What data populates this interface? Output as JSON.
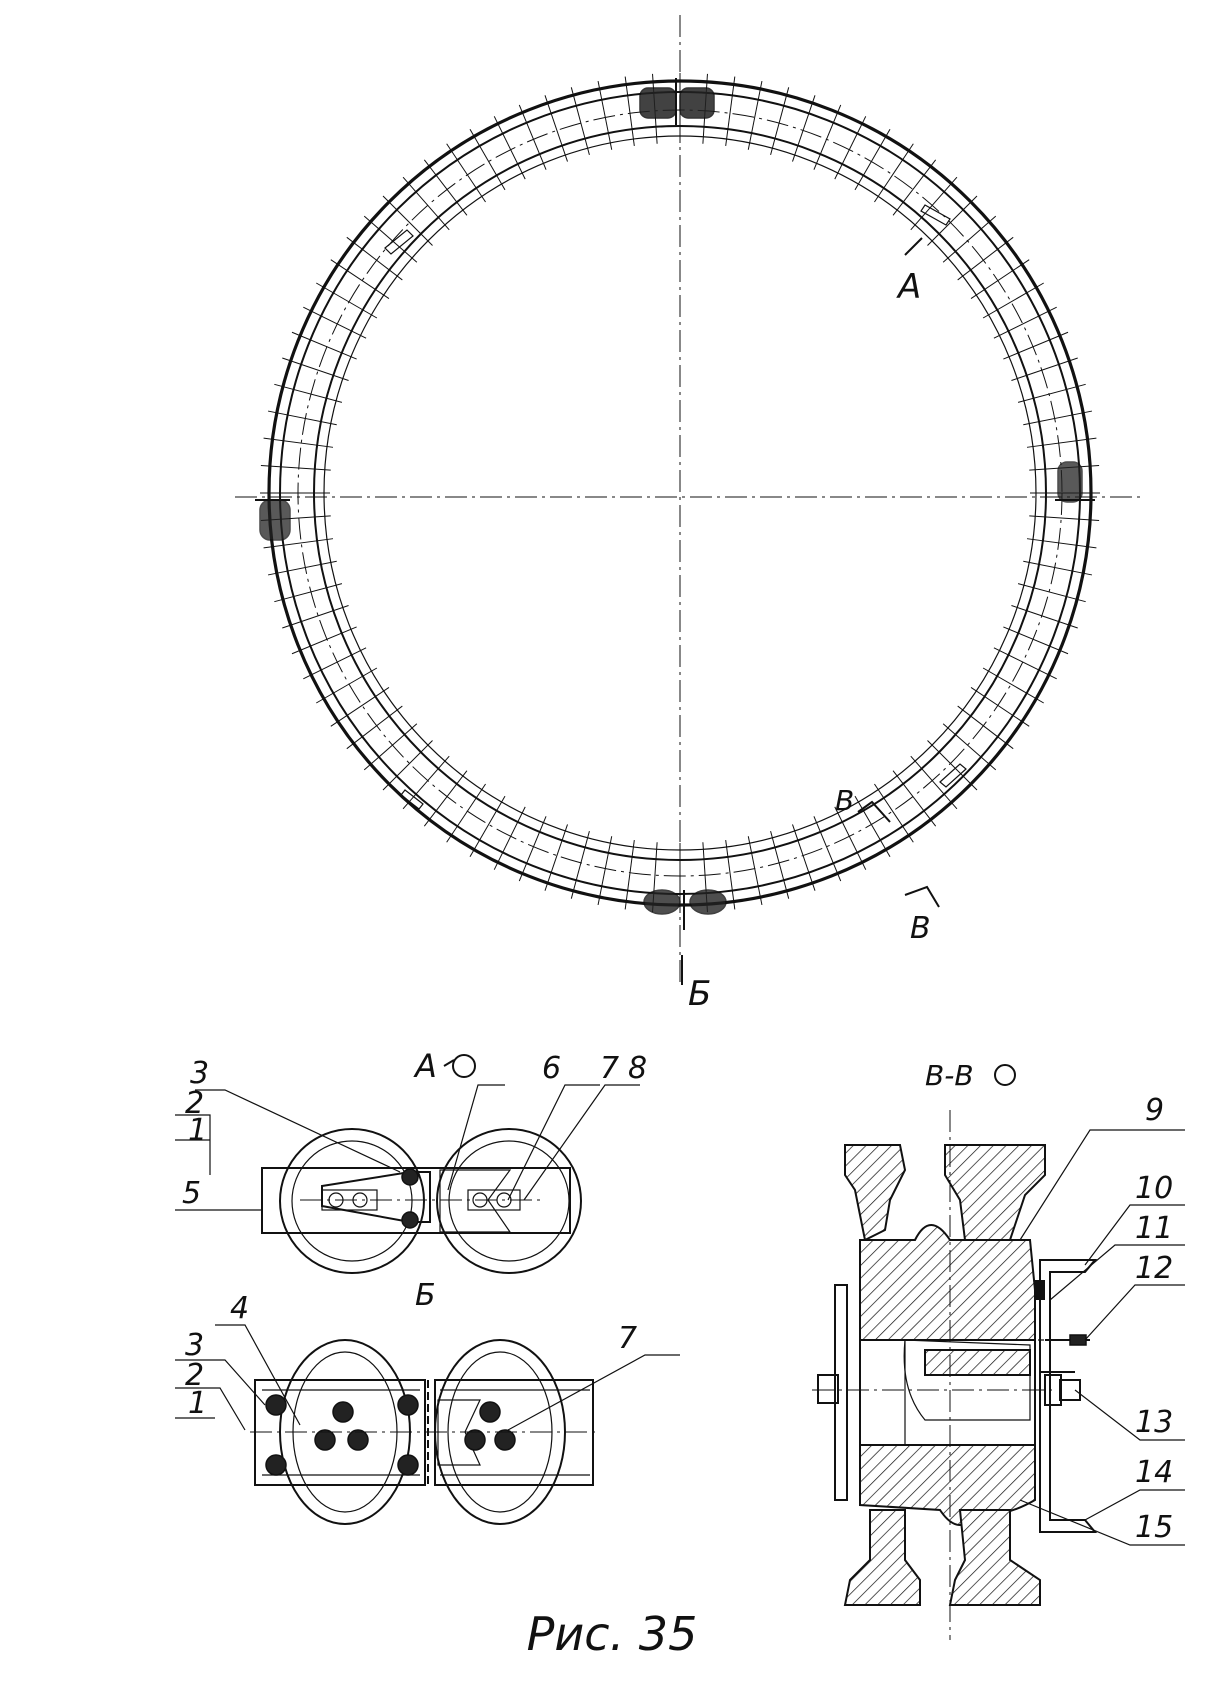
{
  "labels": {
    "section_a": "А",
    "section_b": "Б",
    "section_v": "В",
    "view_a_title": "А",
    "view_b_title": "Б",
    "view_vv_title": "В-В",
    "caption": "Рис. 35"
  },
  "callouts": {
    "n1": "1",
    "n2": "2",
    "n3": "3",
    "n4": "4",
    "n5": "5",
    "n6": "6",
    "n7": "7",
    "n8": "8",
    "n9": "9",
    "n10": "10",
    "n11": "11",
    "n12": "12",
    "n13": "13",
    "n14": "14",
    "n15": "15"
  }
}
